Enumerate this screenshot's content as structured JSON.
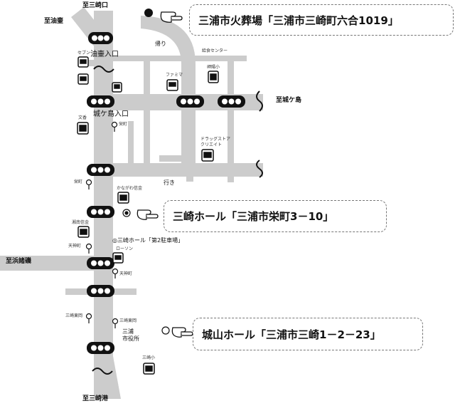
{
  "directions": {
    "to_misakiguchi": "至三崎口",
    "to_aburatsubo": "至油壷",
    "to_jogashima": "至城ケ島",
    "to_hamamoroiso": "至浜諸磯",
    "to_misaki_port": "至三崎港"
  },
  "intersections": {
    "aburatsubo_iriguchi": "油壷入口",
    "jogashima_iriguchi": "城ケ島入口"
  },
  "road_labels": {
    "return": "帰り",
    "going": "行き"
  },
  "facilities": {
    "seven": "セブン",
    "family_mart": "ファミマ",
    "kyushoku_center": "給食センター",
    "sakihama_elementary": "岬陽小",
    "drugstore": "ドラッグストア\nクリエイト",
    "bunsan": "文香",
    "sakaecho_left": "栄町",
    "sakaecho_right": "栄町",
    "kanagawa_bank": "かながわ信金",
    "shonan_bank": "湘南信金",
    "tenjincho_left": "天神町",
    "tenjincho_right": "天神町",
    "lawson": "ローソン",
    "parking2": "◎三崎ホール「第2駐車場」",
    "misaki_higashioka_left": "三崎東岡",
    "misaki_higashioka_right": "三崎東岡",
    "city_hall": "三浦\n市役所",
    "misaki_elementary": "三崎小"
  },
  "callouts": {
    "crematorium": "三浦市火葬場「三浦市三崎町六合1019」",
    "misaki_hall": "三崎ホール「三浦市栄町3－10」",
    "joyama_hall": "城山ホール「三浦市三崎1－2－23」"
  },
  "colors": {
    "road": "#cccccc",
    "signal": "#111111"
  }
}
